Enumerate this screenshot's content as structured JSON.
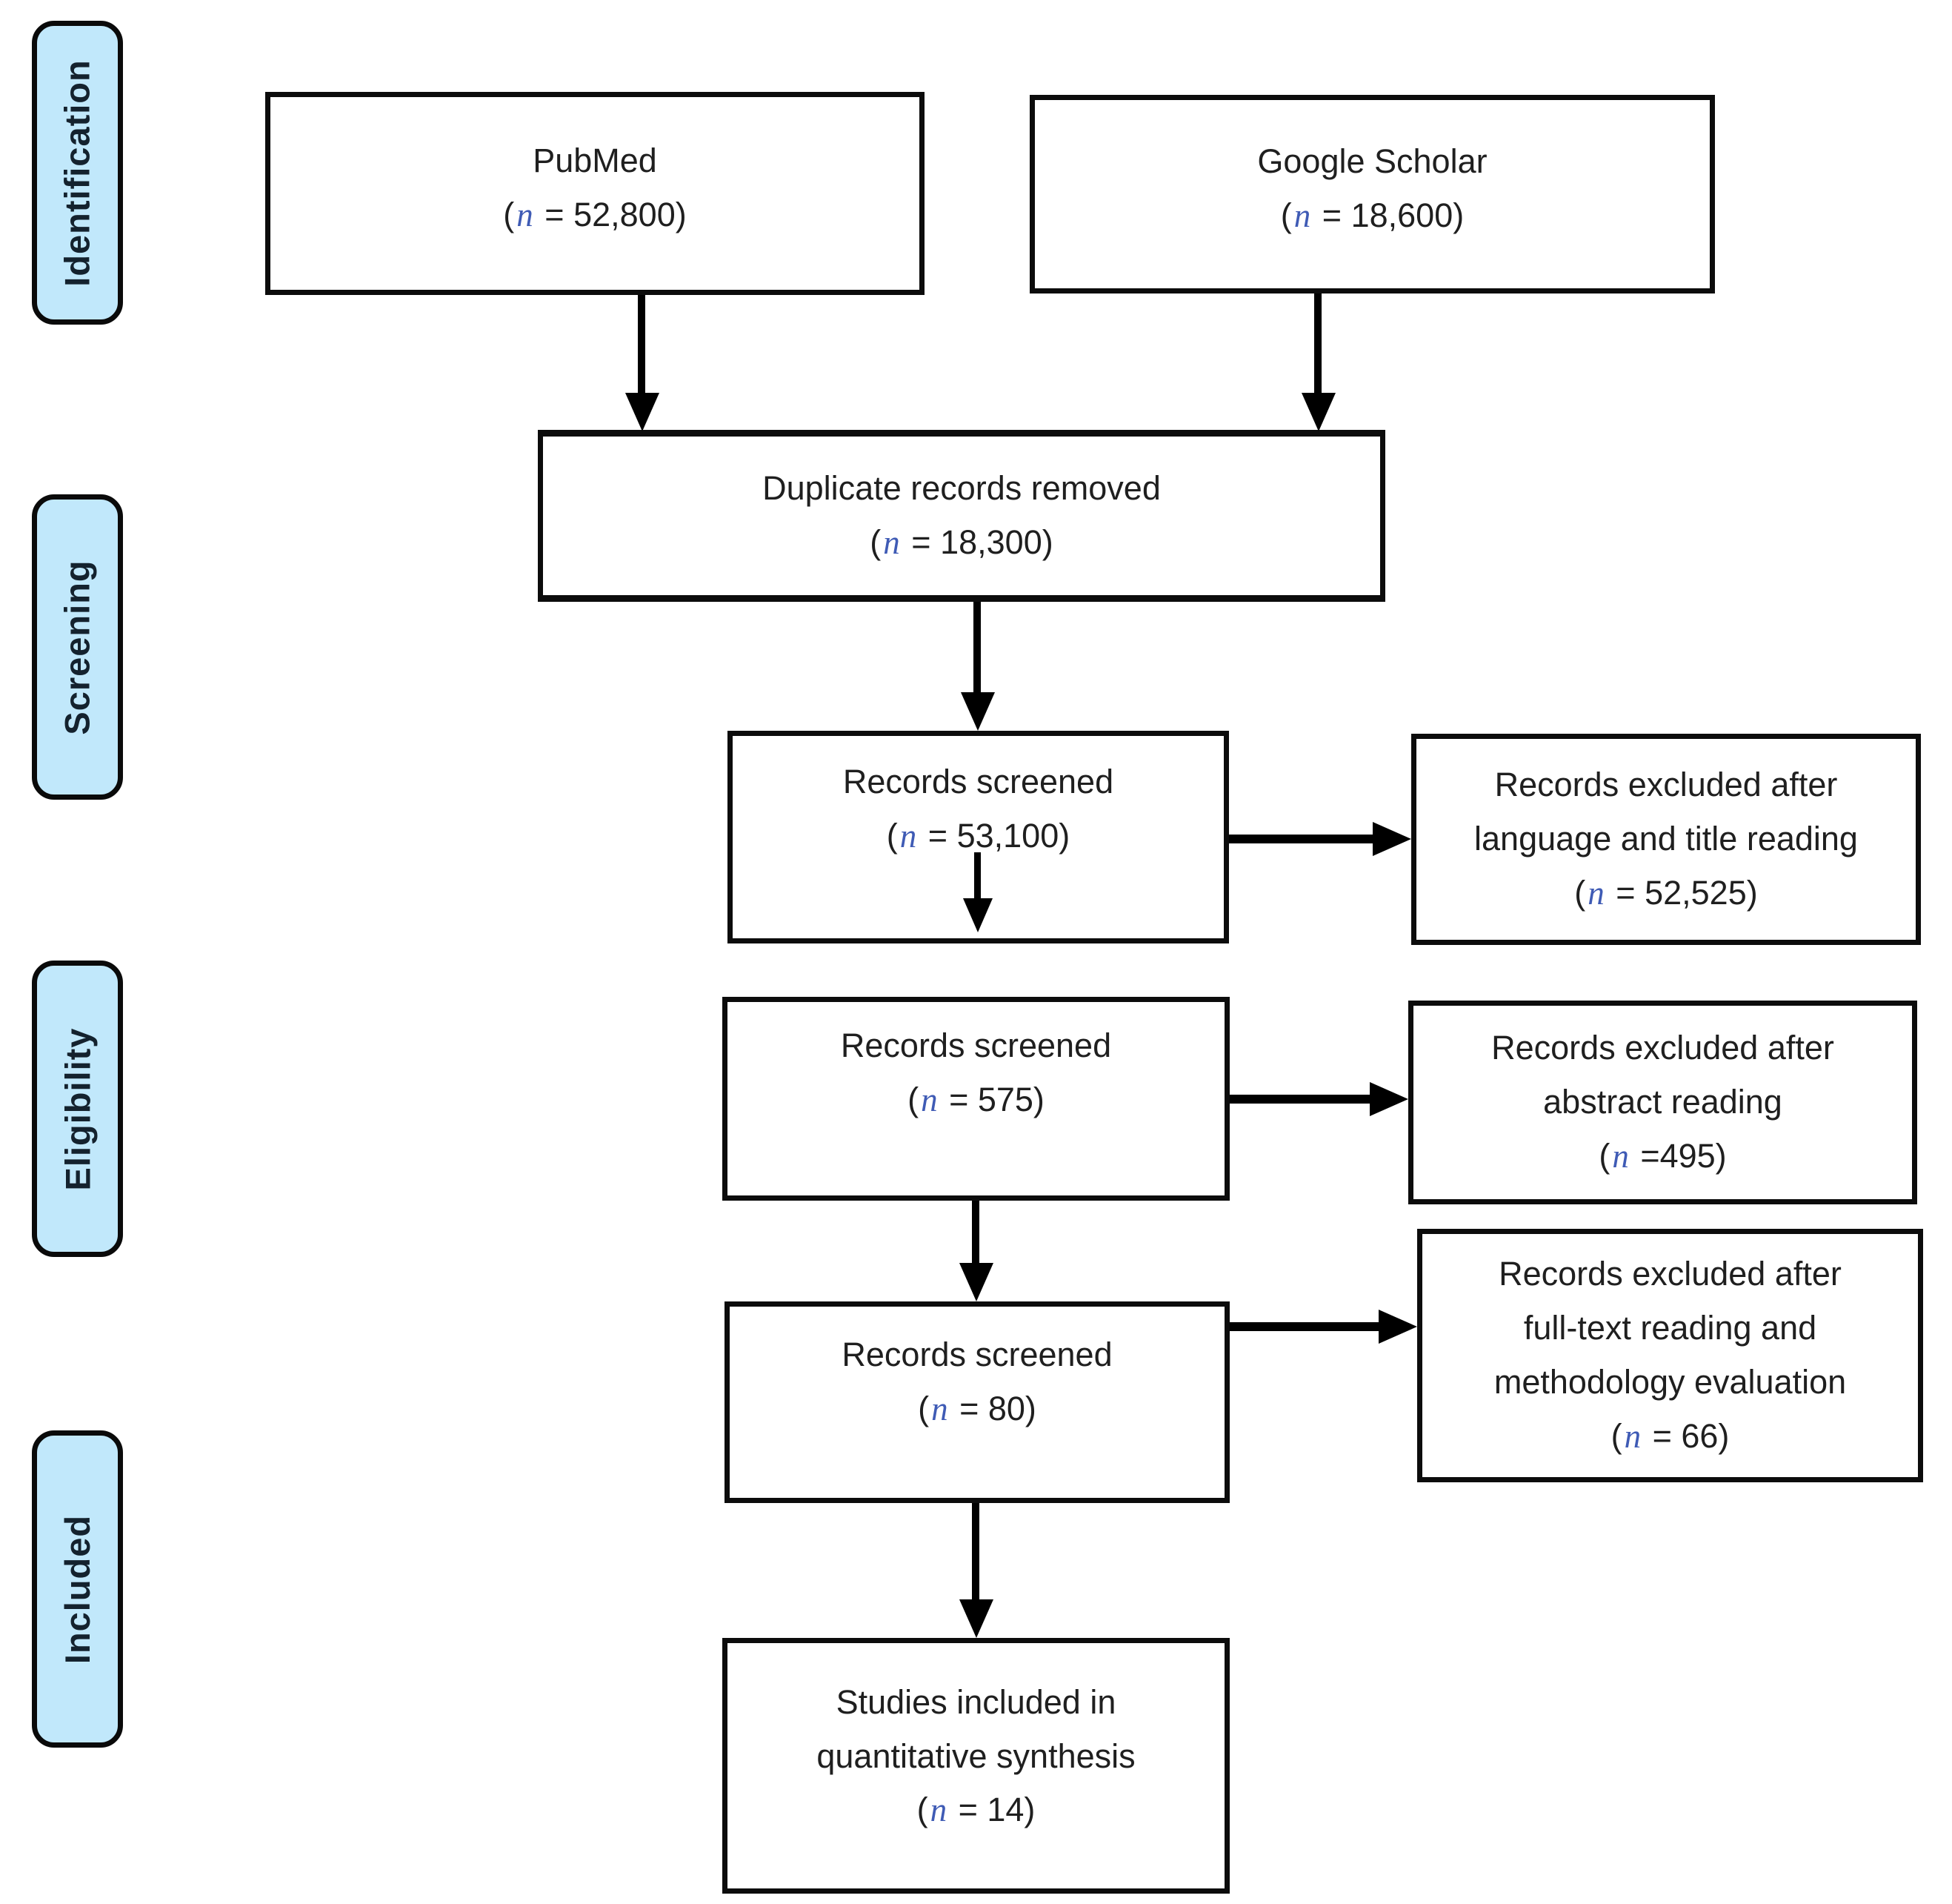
{
  "colors": {
    "background": "#ffffff",
    "box_fill": "#ffffff",
    "box_border": "#0c0c0c",
    "stage_fill": "#c1e8fb",
    "stage_border": "#0a0a0a",
    "stage_text": "#14222e",
    "text": "#1f1f1f",
    "n_color": "#3f5bb5",
    "arrow": "#000000"
  },
  "stages": [
    {
      "label": "Identification"
    },
    {
      "label": "Screening"
    },
    {
      "label": "Eligibility"
    },
    {
      "label": "Included"
    }
  ],
  "nodes": {
    "pubmed": {
      "lines": [
        "PubMed"
      ],
      "count": {
        "open": "(",
        "var": "n",
        "rest": " = 52,800)"
      }
    },
    "google_scholar": {
      "lines": [
        "Google Scholar"
      ],
      "count": {
        "open": "(",
        "var": "n",
        "rest": " = 18,600)"
      }
    },
    "duplicates_removed": {
      "lines": [
        "Duplicate records removed"
      ],
      "count": {
        "open": "(",
        "var": "n",
        "rest": " = 18,300)"
      }
    },
    "records_screened_1": {
      "lines": [
        "Records screened"
      ],
      "count": {
        "open": "(",
        "var": "n",
        "rest": " = 53,100)"
      }
    },
    "excluded_language_title": {
      "lines": [
        "Records excluded after",
        "language and title reading"
      ],
      "count": {
        "open": "(",
        "var": "n",
        "rest": " = 52,525)"
      }
    },
    "records_screened_2": {
      "lines": [
        "Records screened"
      ],
      "count": {
        "open": "(",
        "var": "n",
        "rest": " = 575)"
      }
    },
    "excluded_abstract": {
      "lines": [
        "Records excluded after",
        "abstract reading"
      ],
      "count": {
        "open": "(",
        "var": "n",
        "rest": " =495)"
      }
    },
    "records_screened_3": {
      "lines": [
        "Records screened"
      ],
      "count": {
        "open": "(",
        "var": "n",
        "rest": " = 80)"
      }
    },
    "excluded_fulltext": {
      "lines": [
        "Records excluded after",
        "full-text reading and",
        "methodology evaluation"
      ],
      "count": {
        "open": "(",
        "var": "n",
        "rest": " = 66)"
      }
    },
    "included_quantitative": {
      "lines": [
        "Studies included in",
        "quantitative synthesis"
      ],
      "count": {
        "open": "(",
        "var": "n",
        "rest": " = 14)"
      }
    }
  }
}
